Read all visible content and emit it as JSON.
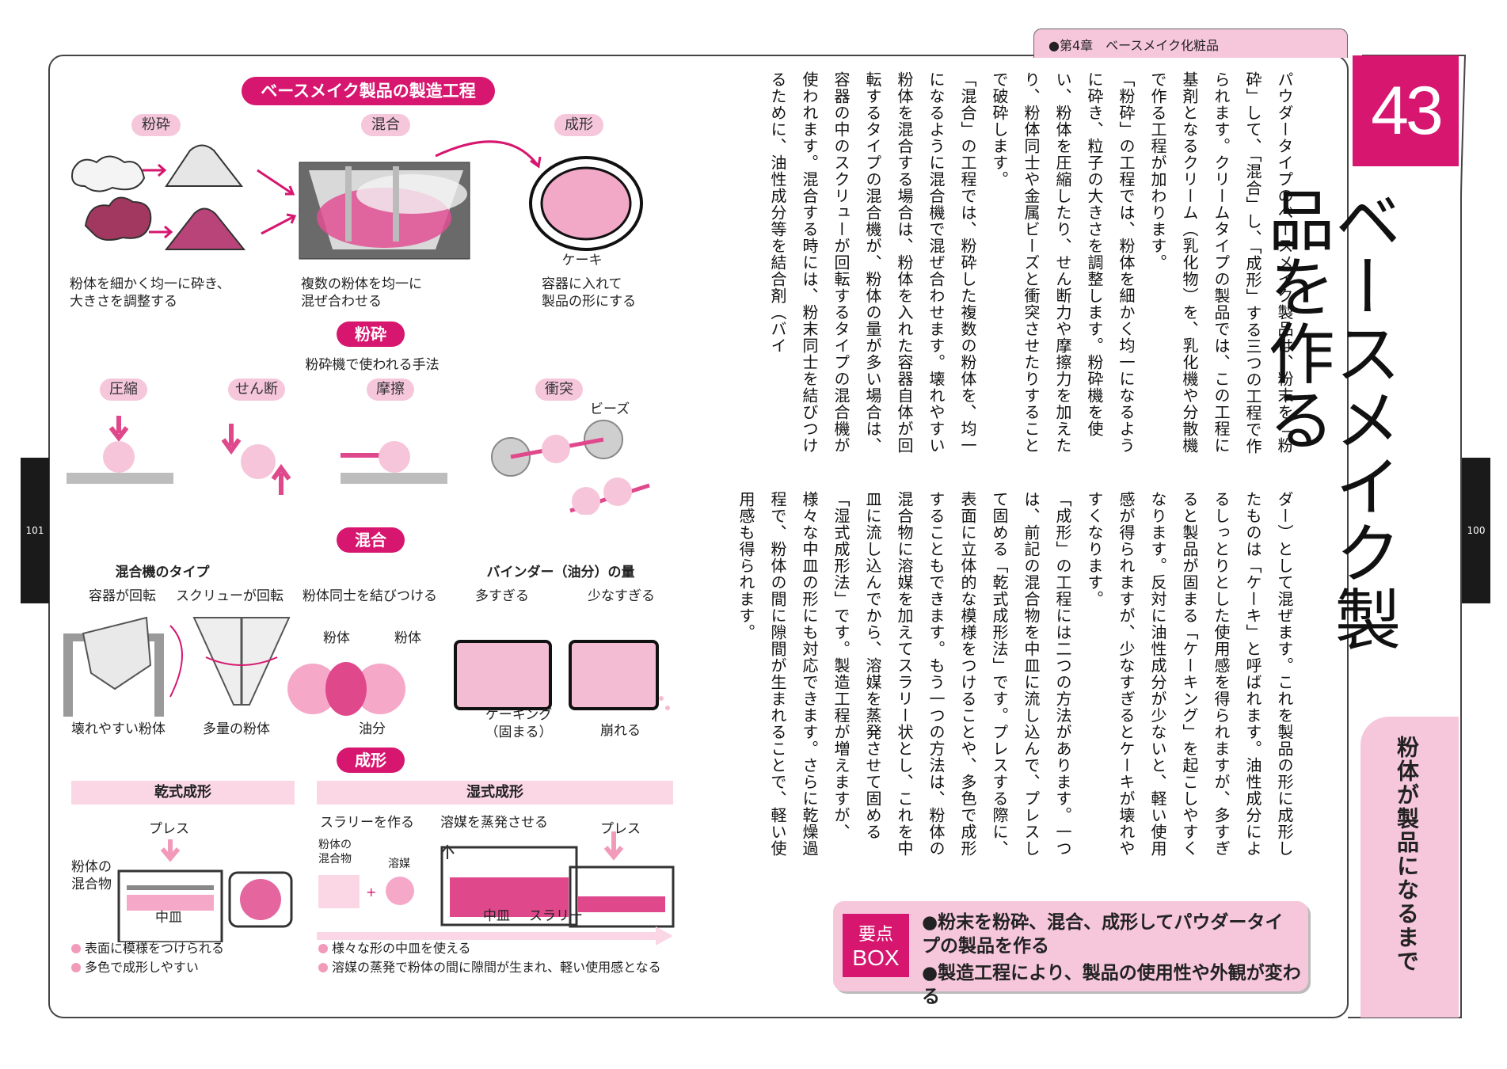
{
  "chapter_label": "●第4章　ベースメイク化粧品",
  "page_left": "101",
  "page_right": "100",
  "article": {
    "number": "43",
    "title": "ベースメイク製品を作る",
    "side_tag": "粉体が製品になるまで",
    "body_col1": "パウダータイプのベースメイク製品は、粉末を「粉砕」して、「混合」し、「成形」する三つの工程で作られます。クリームタイプの製品では、この工程に基剤となるクリーム（乳化物）を、乳化機や分散機で作る工程が加わります。\n「粉砕」の工程では、粉体を細かく均一になるように砕き、粒子の大きさを調整します。粉砕機を使い、粉体を圧縮したり、せん断力や摩擦力を加えたり、粉体同士や金属ビーズと衝突させたりすることで破砕します。\n「混合」の工程では、粉砕した複数の粉体を、均一になるように混合機で混ぜ合わせます。壊れやすい粉体を混合する場合は、粉体を入れた容器自体が回転するタイプの混合機が、粉体の量が多い場合は、容器の中のスクリューが回転するタイプの混合機が使われます。混合する時には、粉末同士を結びつけるために、油性成分等を結合剤（バイ",
    "body_col2": "ダー）として混ぜます。これを製品の形に成形したものは「ケーキ」と呼ばれます。油性成分によるしっとりとした使用感を得られますが、多すぎると製品が固まる「ケーキング」を起こしやすくなります。反対に油性成分が少ないと、軽い使用感が得られますが、少なすぎるとケーキが壊れやすくなります。\n「成形」の工程には二つの方法があります。一つは、前記の混合物を中皿に流し込んで、プレスして固める「乾式成形法」です。プレスする際に、表面に立体的な模様をつけることや、多色で成形することもできます。もう一つの方法は、粉体の混合物に溶媒を加えてスラリー状とし、これを中皿に流し込んでから、溶媒を蒸発させて固める「湿式成形法」です。製造工程が増えますが、様々な中皿の形にも対応できます。さらに乾燥過程で、粉体の間に隙間が生まれることで、軽い使用感も得られます。"
  },
  "yoten": {
    "badge_top": "要点",
    "badge_bottom": "BOX",
    "points": [
      "●粉末を粉砕、混合、成形してパウダータイプの製品を作る",
      "●製造工程により、製品の使用性や外観が変わる"
    ]
  },
  "figure": {
    "title": "ベースメイク製品の製造工程",
    "step_labels": [
      "粉砕",
      "混合",
      "成形"
    ],
    "step_captions": [
      "粉体を細かく均一に砕き、\n大きさを調整する",
      "複数の粉体を均一に\n混ぜ合わせる",
      "容器に入れて\n製品の形にする"
    ],
    "cake_label": "ケーキ",
    "funsai": {
      "heading": "粉砕",
      "subtitle": "粉砕機で使われる手法",
      "methods": [
        "圧縮",
        "せん断",
        "摩擦",
        "衝突"
      ],
      "beads_label": "ビーズ"
    },
    "kongou": {
      "heading": "混合",
      "mixer_title": "混合機のタイプ",
      "mixer_types": [
        "容器が回転",
        "スクリューが回転"
      ],
      "mixer_captions": [
        "壊れやすい粉体",
        "多量の粉体"
      ],
      "bind_title": "粉体同士を結びつける",
      "powder_label": "粉体",
      "oil_label": "油分",
      "binder_title": "バインダー（油分）の量",
      "too_much": "多すぎる",
      "too_little": "少なすぎる",
      "caking": "ケーキング\n（固まる）",
      "crumble": "崩れる"
    },
    "seikei": {
      "heading": "成形",
      "dry": {
        "title": "乾式成形",
        "press": "プレス",
        "mixture": "粉体の\n混合物",
        "pan": "中皿",
        "bullets": [
          "表面に模様をつけられる",
          "多色で成形しやすい"
        ]
      },
      "wet": {
        "title": "湿式成形",
        "slurry_make": "スラリーを作る",
        "mixture": "粉体の\n混合物",
        "solvent": "溶媒",
        "evaporate": "溶媒を蒸発させる",
        "press": "プレス",
        "pan": "中皿",
        "slurry": "スラリー",
        "bullets": [
          "様々な形の中皿を使える",
          "溶媒の蒸発で粉体の間に隙間が生まれ、軽い使用感となる"
        ]
      }
    }
  },
  "colors": {
    "accent": "#d6166f",
    "light_pink": "#f6c7db",
    "pale_pink": "#fbd7e6"
  }
}
